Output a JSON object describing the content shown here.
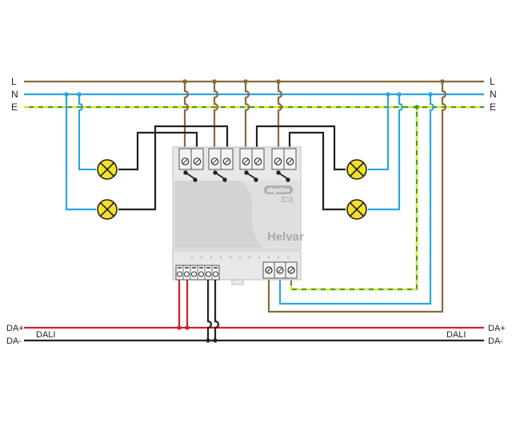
{
  "labels": {
    "L": "L",
    "N": "N",
    "E": "E",
    "da_plus": "DA+",
    "da_minus": "DA-",
    "dali": "DALI"
  },
  "device": {
    "brand": "Helvar",
    "logo": "digidim",
    "model": "454"
  },
  "colors": {
    "live": "#8a6a3c",
    "neutral": "#2aa7dc",
    "earth_green": "#3c9a3c",
    "earth_yellow": "#e6e600",
    "dali_plus": "#d0202c",
    "dali_minus": "#222222",
    "lamp": "#f2e02a",
    "switched": "#222222"
  },
  "icons": [
    "lamp-icon",
    "relay-contact-icon",
    "screw-terminal-icon"
  ]
}
